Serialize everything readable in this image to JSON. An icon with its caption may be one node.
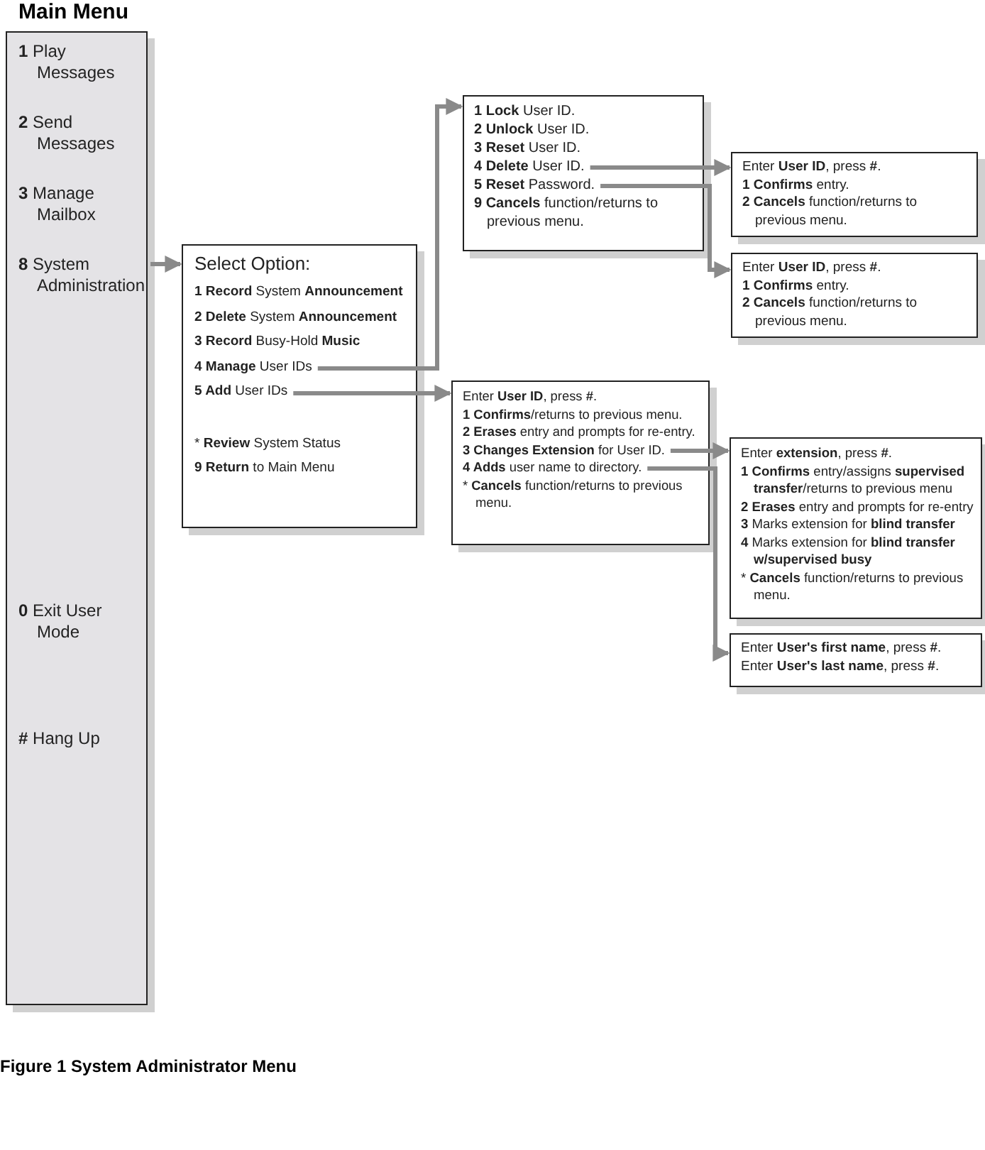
{
  "diagram": {
    "caption": "Figure 1 System Administrator Menu",
    "nodes": [
      {
        "text": [
          "Main Menu",
          "**1** Play Messages",
          "**2** Send Messages",
          "**3** Manage Mailbox",
          "**0** Exit User Mode",
          "**#** Hang Up"
        ]
      },
      {
        "text": [
          "**8** System Administration"
        ],
        "in": 0
      },
      {
        "text": [
          "Select Option:",
          "**1 Record** System **Announcement**",
          "**2 Delete** System **Announcement**",
          "**3 Record** Busy-Hold **Music**",
          "* **Review** System Status",
          "**9 Return** to Main Menu"
        ]
      },
      {
        "text": [
          "**4 Manage** User IDs"
        ],
        "in": 2
      },
      {
        "text": [
          "**5 Add** User IDs"
        ],
        "in": 2
      },
      {
        "text": [
          "**1 Lock** User ID.",
          "**2 Unlock** User ID.",
          "**3 Reset** User ID.",
          "**9 Cancels** function/returns to previous menu."
        ]
      },
      {
        "text": [
          "**4 Delete** User ID."
        ],
        "in": 5
      },
      {
        "text": [
          "**5 Reset** Password."
        ],
        "in": 5
      },
      {
        "text": [
          "Enter **User ID**, press **#**.",
          "**1 Confirms** entry.",
          "**2 Cancels** function/returns to previous menu."
        ]
      },
      {
        "text": [
          "Enter **User ID**, press **#**.",
          "**1 Confirms** entry.",
          "**2 Cancels** function/returns to previous menu."
        ]
      },
      {
        "text": [
          "Enter **User ID**, press **#**.",
          "**1 Confirms**/returns to previous menu.",
          "**2 Erases** entry and prompts for re-entry.",
          "* **Cancels** function/returns to previous menu."
        ]
      },
      {
        "text": [
          "**3 Changes Extension** for User ID."
        ],
        "in": 10
      },
      {
        "text": [
          "**4 Adds** user name to directory."
        ],
        "in": 10
      },
      {
        "text": [
          "Enter **extension**, press **#**.",
          "**1 Confirms** entry/assigns **supervised transfer**/returns to previous menu",
          "**2 Erases** entry and prompts for re-entry",
          "**3** Marks extension for **blind transfer**",
          "**4** Marks extension for **blind transfer w/supervised busy**",
          "* **Cancels** function/returns to previous menu."
        ]
      },
      {
        "text": [
          "Enter **User's first name**, press **#**.",
          "Enter **User's last name**, press **#**."
        ]
      }
    ],
    "edges": [
      {
        "from": 1,
        "to": 2,
        "arrow": "to"
      },
      {
        "from": 3,
        "to": 5,
        "arrow": "to"
      },
      {
        "from": 4,
        "to": 10,
        "arrow": "to"
      },
      {
        "from": 6,
        "to": 8,
        "arrow": "to"
      },
      {
        "from": 7,
        "to": 9,
        "arrow": "to"
      },
      {
        "from": 11,
        "to": 13,
        "arrow": "to"
      },
      {
        "from": 12,
        "to": 14,
        "arrow": "to"
      }
    ]
  }
}
